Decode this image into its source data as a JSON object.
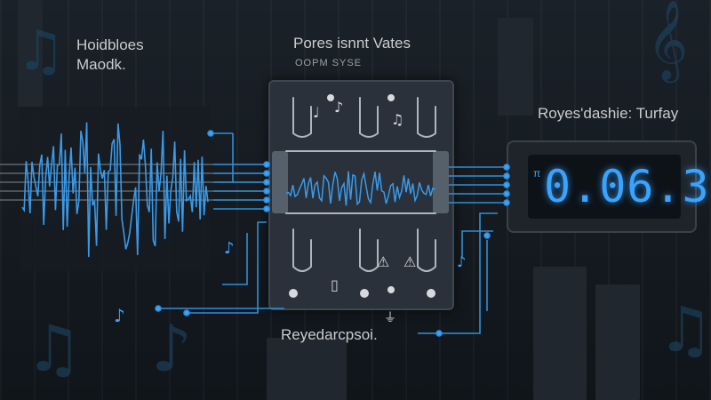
{
  "labels": {
    "left_title_1": "Hoidbloes",
    "left_title_2": "Maodk.",
    "center_title": "Pores isnnt Vates",
    "center_subtitle": "OOPM SYSE",
    "right_title": "Royes'dashie: Turfay",
    "bottom_caption": "Reyedarcpsoi."
  },
  "display": {
    "value": "0.06.3",
    "marker": "π"
  },
  "colors": {
    "accent": "#3aa2ff",
    "wire": "#2f8fd8",
    "module": "#2a313a"
  }
}
